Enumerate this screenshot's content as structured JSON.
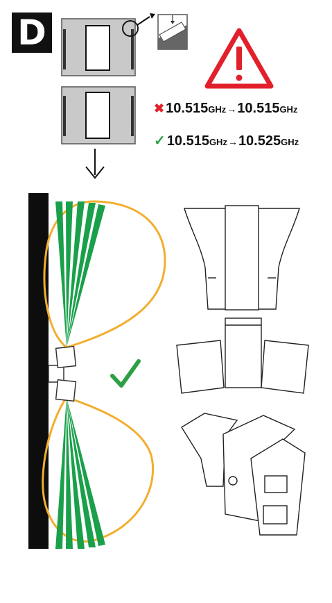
{
  "step": {
    "letter": "D"
  },
  "frequencies": {
    "incorrect": {
      "mark": "✖",
      "from_value": "10.515",
      "from_unit": "GHz",
      "arrow": "→",
      "to_value": "10.515",
      "to_unit": "GHz"
    },
    "correct": {
      "mark": "✓",
      "from_value": "10.515",
      "from_unit": "GHz",
      "arrow": "→",
      "to_value": "10.525",
      "to_unit": "GHz"
    }
  },
  "colors": {
    "warning": "#e2202b",
    "beam_green": "#1aa04a",
    "coverage_orange": "#f2ae2e",
    "check_green": "#2ea043",
    "wall": "#0d0d0d"
  },
  "icons": [
    "warning-triangle-icon",
    "checkmark-icon",
    "cross-icon",
    "down-arrow-icon",
    "dip-switch-icon"
  ]
}
